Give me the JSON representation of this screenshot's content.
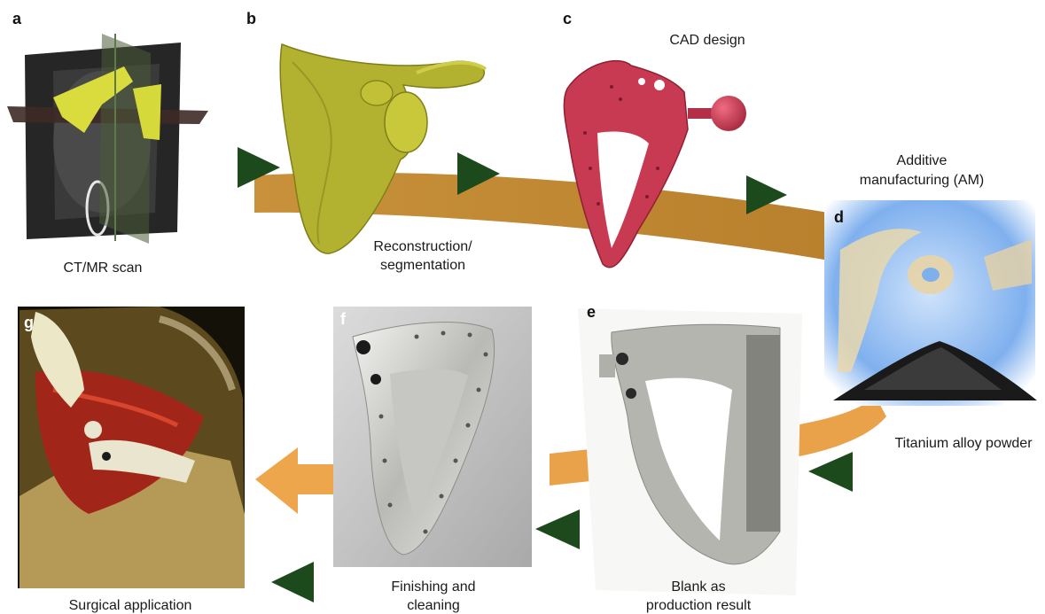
{
  "steps": {
    "a": {
      "letter": "a",
      "caption": "CT/MR scan"
    },
    "b": {
      "letter": "b",
      "caption_line1": "Reconstruction/",
      "caption_line2": "segmentation"
    },
    "c": {
      "letter": "c",
      "caption": "CAD design"
    },
    "am": {
      "caption_line1": "Additive",
      "caption_line2": "manufacturing (AM)"
    },
    "d": {
      "letter": "d",
      "caption": "Titanium alloy powder"
    },
    "e": {
      "letter": "e",
      "caption_line1": "Blank as",
      "caption_line2": "production result"
    },
    "f": {
      "letter": "f",
      "caption_line1": "Finishing and",
      "caption_line2": "cleaning"
    },
    "g": {
      "letter": "g",
      "caption": "Surgical application"
    }
  },
  "colors": {
    "flow_band": "#c98f35",
    "flow_band_light": "#eaa54a",
    "arrowhead": "#1d4a1c",
    "model_yellow": "#b8b32e",
    "model_red": "#c83a52",
    "titanium": "#b5b5b0"
  }
}
